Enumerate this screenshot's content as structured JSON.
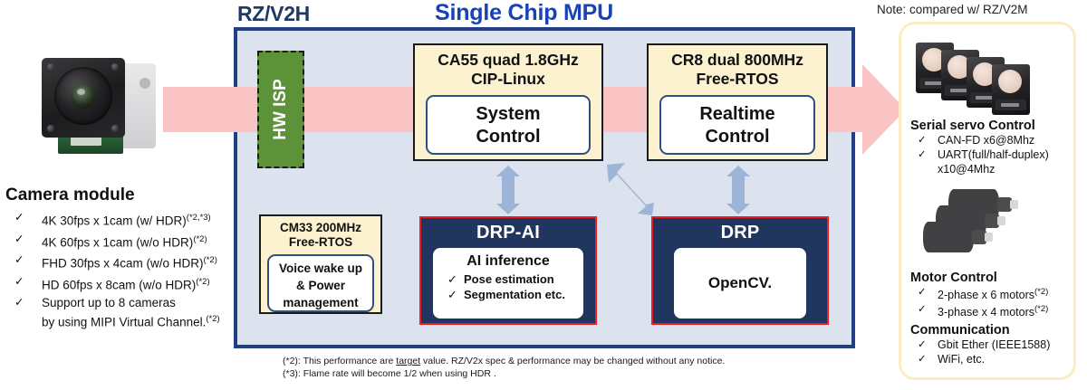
{
  "header": {
    "chip_label": "RZ/V2H",
    "title": "Single Chip MPU",
    "note": "Note: compared w/ RZ/V2M"
  },
  "camera_module": {
    "title": "Camera module",
    "image_caption": "camera-module-photo",
    "items": [
      {
        "text": "4K 30fps x 1cam (w/ HDR)",
        "footnote": "(*2,*3)"
      },
      {
        "text": "4K 60fps x 1cam (w/o HDR)",
        "footnote": "(*2)"
      },
      {
        "text": "FHD 30fps x 4cam (w/o HDR)",
        "footnote": "(*2)"
      },
      {
        "text": "HD 60fps x 8cam (w/o HDR)",
        "footnote": "(*2)"
      },
      {
        "text": "Support up to 8 cameras",
        "footnote": "",
        "cont": "by using MIPI Virtual Channel.",
        "cont_footnote": "(*2)"
      }
    ]
  },
  "chip": {
    "hw_isp": {
      "label": "HW ISP"
    },
    "ca55": {
      "title_line1": "CA55 quad 1.8GHz",
      "title_line2": "CIP-Linux",
      "inner_line1": "System",
      "inner_line2": "Control"
    },
    "cr8": {
      "title_line1": "CR8 dual 800MHz",
      "title_line2": "Free-RTOS",
      "inner_line1": "Realtime",
      "inner_line2": "Control"
    },
    "cm33": {
      "title_line1": "CM33 200MHz",
      "title_line2": "Free-RTOS",
      "inner_line1": "Voice wake up",
      "inner_line2": "& Power",
      "inner_line3": "management"
    },
    "drp_ai": {
      "title": "DRP-AI",
      "subtitle": "AI inference",
      "items": [
        "Pose estimation",
        "Segmentation etc."
      ]
    },
    "drp": {
      "title": "DRP",
      "inner": "OpenCV."
    }
  },
  "footnotes": {
    "fn2_pre": "(*2): This performance are ",
    "fn2_underline": "target",
    "fn2_post": " value. RZ/V2x spec & performance may be changed without any notice.",
    "fn3": "(*3): Flame rate will become 1/2 when using HDR ."
  },
  "right_panel": {
    "servo": {
      "image_caption": "serial-servo-photo",
      "title": "Serial servo Control",
      "items": [
        {
          "text": "CAN-FD x6@8Mhz",
          "footnote": ""
        },
        {
          "text": "UART(full/half-duplex)",
          "footnote": "",
          "cont": "x10@4Mhz"
        }
      ]
    },
    "motor": {
      "image_caption": "motor-photo",
      "title": "Motor Control",
      "items": [
        {
          "text": "2-phase x 6 motors",
          "footnote": "(*2)"
        },
        {
          "text": "3-phase x 4 motors",
          "footnote": "(*2)"
        }
      ]
    },
    "communication": {
      "title": "Communication",
      "items": [
        {
          "text": "Gbit Ether (IEEE1588)",
          "footnote": ""
        },
        {
          "text": "WiFi, etc.",
          "footnote": ""
        }
      ]
    }
  },
  "colors": {
    "chip_border": "#1f3f86",
    "chip_bg": "#dce3ee",
    "title_blue": "#1843b4",
    "label_navy": "#1f3864",
    "dataflow_pink": "#fbc4c4",
    "isp_green": "#5d9338",
    "cream": "#fdf2cf",
    "navy_block": "#20365e",
    "accent_red": "#ee1c25",
    "arrow_blue": "#9cb5d6",
    "panel_border": "#faedc4"
  },
  "icons": {
    "check": "✓"
  }
}
